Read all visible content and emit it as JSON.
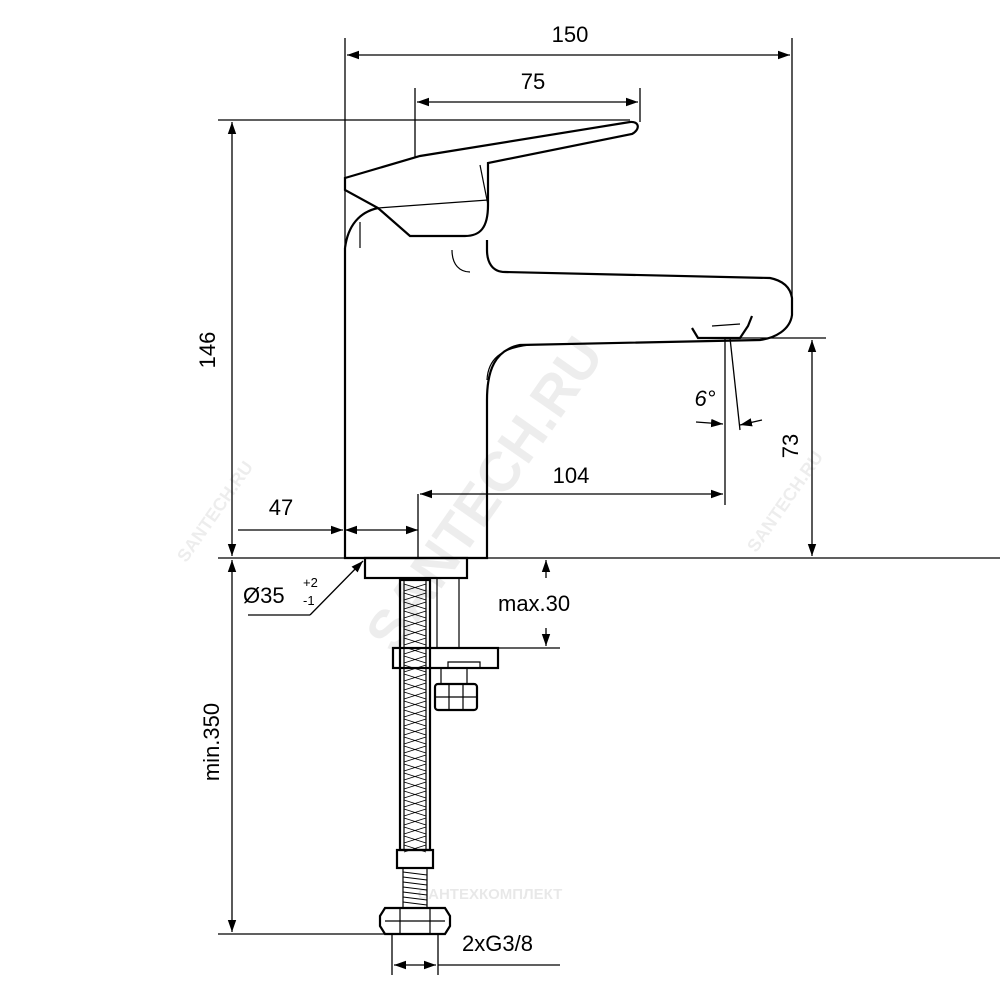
{
  "dimensions": {
    "overall_width": "150",
    "lever_length": "75",
    "overall_height": "146",
    "outlet_height": "73",
    "outlet_angle": "6°",
    "outlet_projection": "104",
    "base_offset": "47",
    "hole_diameter": "Ø35",
    "hole_tol_plus": "+2",
    "hole_tol_minus": "-1",
    "max_deck_thickness": "max.30",
    "min_hose_length": "min.350",
    "connection_thread": "2xG3/8"
  },
  "watermark": {
    "main": "SANTECH.RU",
    "side_left": "SANTECH.RU",
    "side_right": "SANTECH.RU",
    "company": "САНТЕХКОМПЛЕКТ"
  },
  "colors": {
    "line": "#000000",
    "background": "#ffffff"
  }
}
